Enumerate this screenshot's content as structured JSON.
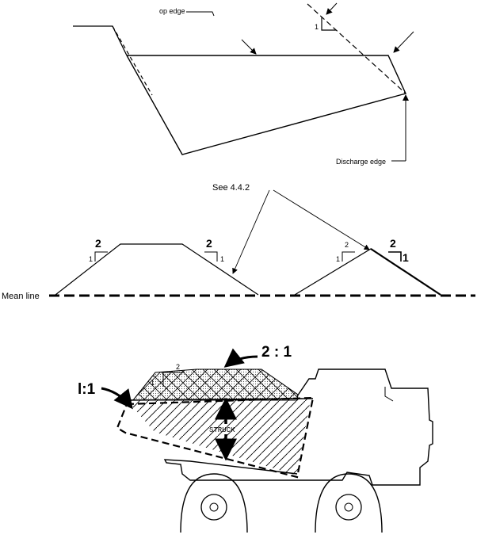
{
  "top": {
    "top_edge_label": "op edge",
    "slope_label": "1",
    "discharge_label": "Discharge edge"
  },
  "middle": {
    "ref_label": "See 4.4.2",
    "mean_line_label": "Mean line",
    "left_heap": {
      "rise_left": "1",
      "run_left": "2",
      "run_right": "2",
      "rise_right": "1"
    },
    "right_heap": {
      "rise_left": "1",
      "run_left": "2",
      "run_right": "2",
      "rise_right": "1"
    }
  },
  "truck": {
    "ratio_top": "2 : 1",
    "ratio_side": "l:1",
    "slope_rise": "1",
    "slope_run": "2",
    "struck_label": "STRUCK"
  }
}
